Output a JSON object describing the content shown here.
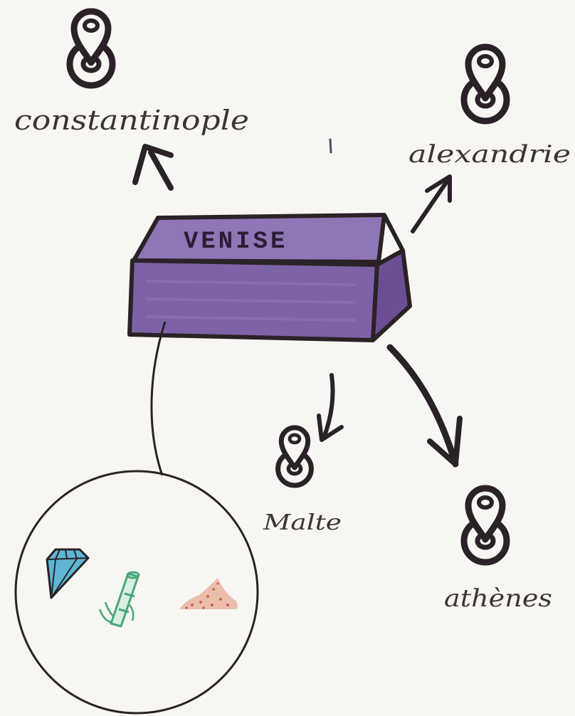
{
  "box": {
    "label": "VENISE",
    "fill": "#7d62a8",
    "top_fill": "#8f76b6",
    "side_fill": "#6a4f95"
  },
  "destinations": [
    {
      "id": "constantinople",
      "label": "constantinople"
    },
    {
      "id": "alexandrie",
      "label": "alexandrie"
    },
    {
      "id": "malte",
      "label": "Malte"
    },
    {
      "id": "athenes",
      "label": "athènes"
    }
  ],
  "goods_circle": {
    "items": [
      {
        "icon": "gem-icon",
        "color": "#4aa8c6"
      },
      {
        "icon": "bamboo-icon",
        "color": "#5fb88a"
      },
      {
        "icon": "spice-pile-icon",
        "color": "#d98a74"
      }
    ]
  },
  "colors": {
    "ink": "#2a2226",
    "paper": "#f7f6f2"
  }
}
